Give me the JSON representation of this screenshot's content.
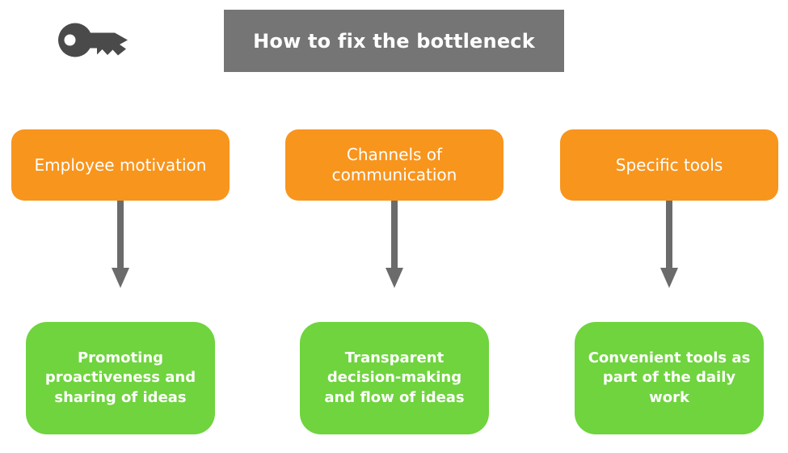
{
  "header": {
    "title": "How to fix the bottleneck"
  },
  "icons": {
    "header_icon": "key-icon"
  },
  "colors": {
    "orange": "#F8951D",
    "green": "#6FD43E",
    "header-bg": "#757575",
    "arrow": "#6B6B6B",
    "key": "#4A4A4A",
    "text-on-color": "#FFFFFF"
  },
  "columns": [
    {
      "cause": "Employee motivation",
      "solution": "Promoting proactiveness and sharing of ideas"
    },
    {
      "cause": "Channels of communication",
      "solution": "Transparent decision-making and flow of ideas"
    },
    {
      "cause": "Specific tools",
      "solution": "Convenient tools as part of the daily work"
    }
  ]
}
